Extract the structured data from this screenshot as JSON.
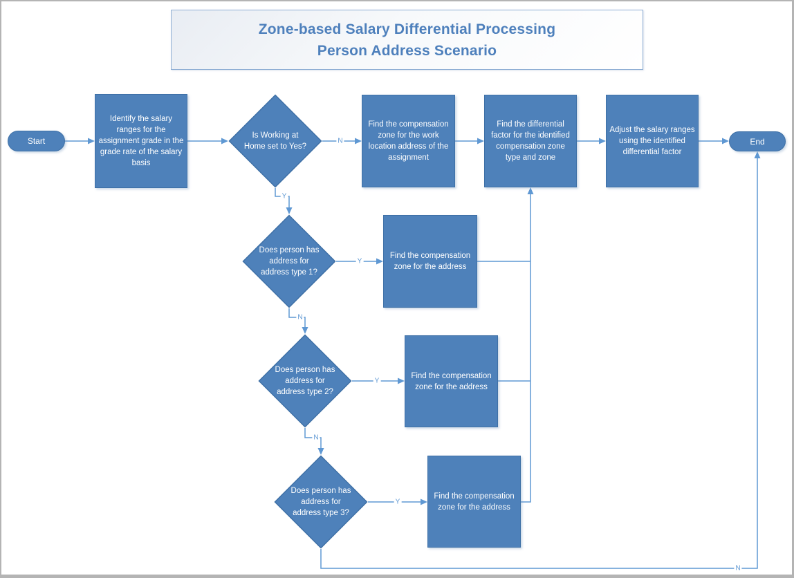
{
  "title": {
    "line1": "Zone-based Salary Differential Processing",
    "line2": "Person Address Scenario"
  },
  "nodes": {
    "start": {
      "label": "Start"
    },
    "identify_salary_ranges": {
      "label": "Identify the salary ranges for the assignment grade in the grade rate of the salary basis"
    },
    "working_at_home": {
      "label": "Is Working at Home set to Yes?"
    },
    "find_zone_work_location": {
      "label": "Find the compensation zone for the work location address of the assignment"
    },
    "find_differential_factor": {
      "label": "Find the differential factor for the identified compensation zone type and zone"
    },
    "adjust_salary_ranges": {
      "label": "Adjust the salary ranges using the identified differential factor"
    },
    "end": {
      "label": "End"
    },
    "has_address_type_1": {
      "label": "Does person has address for address type 1?"
    },
    "find_zone_address_1": {
      "label": "Find the compensation zone for the address"
    },
    "has_address_type_2": {
      "label": "Does person has address for address type 2?"
    },
    "find_zone_address_2": {
      "label": "Find the compensation zone for the address"
    },
    "has_address_type_3": {
      "label": "Does person has address for address type 3?"
    },
    "find_zone_address_3": {
      "label": "Find the compensation zone for the address"
    }
  },
  "edge_labels": {
    "working_at_home_no": "N",
    "working_at_home_yes": "Y",
    "type1_yes": "Y",
    "type1_no": "N",
    "type2_yes": "Y",
    "type2_no": "N",
    "type3_yes": "Y",
    "type3_no": "N"
  },
  "colors": {
    "shape_fill": "#4e81ba",
    "shape_border": "#3e70a6",
    "connector": "#5f98d3",
    "shape_text": "#ffffff",
    "title_text": "#4e80bc",
    "title_border": "#8fafd4",
    "page_border": "#b4b4b4"
  }
}
